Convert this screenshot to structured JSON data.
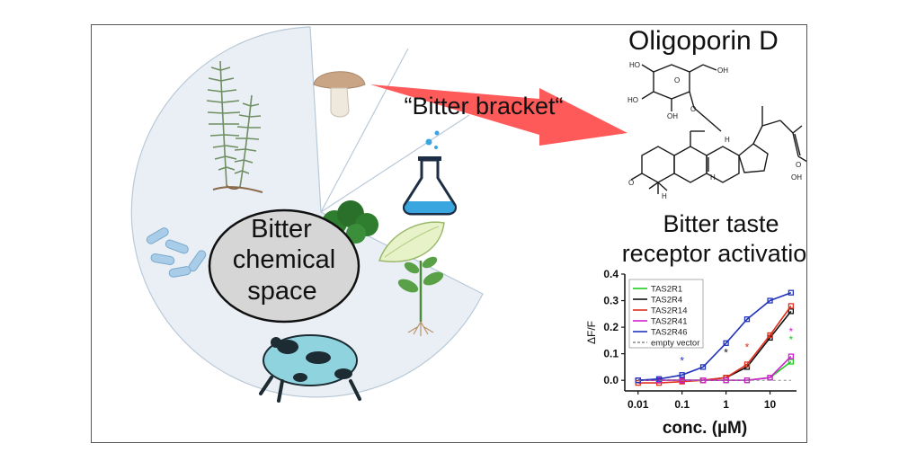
{
  "diagram": {
    "compound_name": "Oligoporin D",
    "arrow_label": "“Bitter bracket“",
    "center_label": [
      "Bitter",
      "chemical",
      "space"
    ],
    "activation_title": [
      "Bitter taste",
      "receptor activation"
    ],
    "molecule_atoms": [
      "HO",
      "OH",
      "HO",
      "OH",
      "O",
      "O",
      "O",
      "H",
      "H",
      "O",
      "OH",
      "H"
    ]
  },
  "colors": {
    "arrow": "#ff5a5a",
    "wedge": "#e9eff5",
    "wedge_stroke": "#b9c9d8",
    "blob": "#d6d6d6",
    "TAS2R1": "#22cc22",
    "TAS2R4": "#111111",
    "TAS2R14": "#e0301e",
    "TAS2R41": "#d020d0",
    "TAS2R46": "#2233bb"
  },
  "chart_data": {
    "type": "line",
    "xscale": "log",
    "xlim": [
      0.005,
      40
    ],
    "ylim": [
      -0.04,
      0.4
    ],
    "xlabel": "conc. (µM)",
    "ylabel": "ΔF/F",
    "xticks": [
      "0.01",
      "0.1",
      "1",
      "10"
    ],
    "yticks": [
      "0.0",
      "0.1",
      "0.2",
      "0.3",
      "0.4"
    ],
    "x": [
      0.01,
      0.03,
      0.1,
      0.3,
      1,
      3,
      10,
      30
    ],
    "legend_position": "top-left",
    "series": [
      {
        "name": "TAS2R1",
        "color": "#22cc22",
        "values": [
          0.0,
          0.0,
          0.0,
          0.0,
          0.0,
          0.0,
          0.01,
          0.07
        ]
      },
      {
        "name": "TAS2R4",
        "color": "#111111",
        "values": [
          0.0,
          0.0,
          0.0,
          0.0,
          0.01,
          0.05,
          0.16,
          0.26
        ]
      },
      {
        "name": "TAS2R14",
        "color": "#e0301e",
        "values": [
          -0.01,
          -0.01,
          -0.005,
          0.0,
          0.01,
          0.06,
          0.17,
          0.28
        ]
      },
      {
        "name": "TAS2R41",
        "color": "#d020d0",
        "values": [
          0.0,
          0.0,
          0.0,
          0.0,
          0.0,
          0.0,
          0.01,
          0.09
        ]
      },
      {
        "name": "TAS2R46",
        "color": "#2233bb",
        "values": [
          0.0,
          0.005,
          0.02,
          0.05,
          0.14,
          0.23,
          0.3,
          0.33
        ]
      },
      {
        "name": "empty vector",
        "color": "#888888",
        "dashed": true,
        "values": [
          0.0,
          0.0,
          0.0,
          0.0,
          0.0,
          0.0,
          0.0,
          0.0
        ]
      }
    ],
    "annotations": [
      {
        "text": "*",
        "x": 0.1,
        "y": 0.06,
        "color": "#2233bb"
      },
      {
        "text": "*",
        "x": 1,
        "y": 0.09,
        "color": "#111111"
      },
      {
        "text": "*",
        "x": 3,
        "y": 0.11,
        "color": "#e0301e"
      },
      {
        "text": "*",
        "x": 30,
        "y": 0.17,
        "color": "#d020d0"
      },
      {
        "text": "*",
        "x": 30,
        "y": 0.14,
        "color": "#22cc22"
      }
    ]
  }
}
